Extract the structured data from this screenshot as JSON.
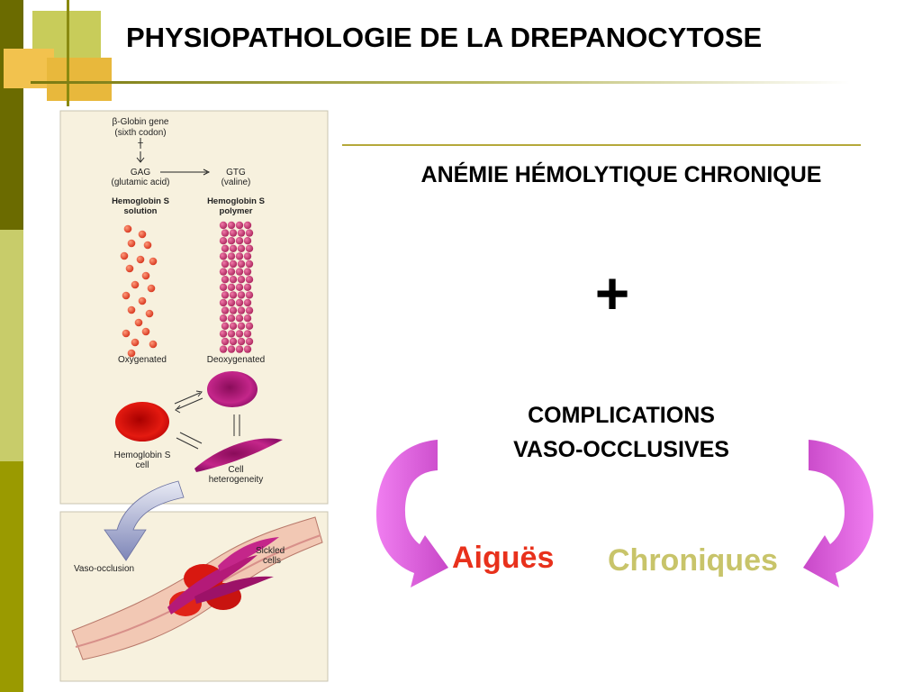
{
  "slide": {
    "title": "PHYSIOPATHOLOGIE DE LA DREPANOCYTOSE",
    "subtitle": "ANÉMIE HÉMOLYTIQUE CHRONIQUE",
    "plus": "+",
    "complications_line1": "COMPLICATIONS",
    "complications_line2": "VASO-OCCLUSIVES",
    "acute_label": "Aiguës",
    "chronic_label": "Chroniques"
  },
  "figure": {
    "gene_line1": "β-Globin gene",
    "gene_line2": "(sixth codon)",
    "base": "T",
    "codon_left": "GAG",
    "codon_left_aa": "(glutamic acid)",
    "codon_right": "GTG",
    "codon_right_aa": "(valine)",
    "hbs_solution_1": "Hemoglobin S",
    "hbs_solution_2": "solution",
    "hbs_polymer_1": "Hemoglobin S",
    "hbs_polymer_2": "polymer",
    "oxygenated": "Oxygenated",
    "deoxygenated": "Deoxygenated",
    "hbs_cell_1": "Hemoglobin S",
    "hbs_cell_2": "cell",
    "cell_het_1": "Cell",
    "cell_het_2": "heterogeneity",
    "vaso_occlusion": "Vaso-occlusion",
    "sickled_1": "Sickled",
    "sickled_2": "cells"
  },
  "colors": {
    "olive_dark": "#6b6b00",
    "olive": "#9a9a00",
    "olive_light": "#c8cc6a",
    "gold": "#e8b83c",
    "arrow_magenta": "#e060e0",
    "acute_red": "#e8311c",
    "chronic_olive": "#c8c46a"
  }
}
